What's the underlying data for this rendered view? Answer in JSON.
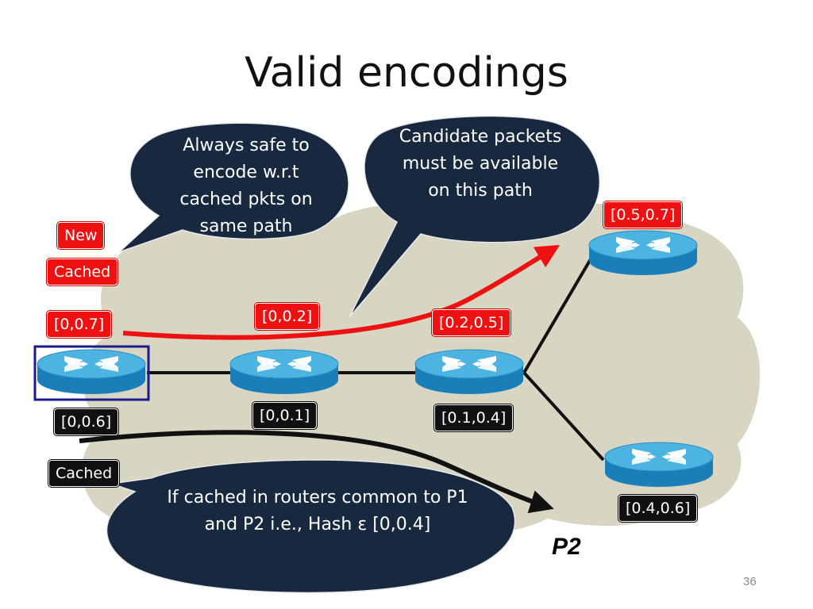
{
  "slide": {
    "title": "Valid encodings",
    "page_number": "36"
  },
  "legend": {
    "new_label": "New",
    "cached_label": "Cached"
  },
  "paths": {
    "p2_label": "P2",
    "p1_start_label": "[0,0.7]",
    "p2_start_label": "Cached"
  },
  "routers": [
    {
      "id": "r1",
      "range_black": "[0,0.6]"
    },
    {
      "id": "r2",
      "range_black": "[0,0.1]",
      "range_red": "[0,0.2]"
    },
    {
      "id": "r3",
      "range_black": "[0.1,0.4]",
      "range_red": "[0.2,0.5]"
    },
    {
      "id": "r4",
      "range_red": "[0.5,0.7]"
    },
    {
      "id": "r5",
      "range_black": "[0.4,0.6]"
    }
  ],
  "callouts": {
    "safe": "Always safe to encode w.r.t cached pkts on same path",
    "candidate": "Candidate packets must be available on this path",
    "common": "If cached in routers common to P1 and P2 i.e., Hash ε [0,0.4]"
  },
  "colors": {
    "cloud": "#d8d5c3",
    "bubble": "#17283f",
    "router_top": "#3aa7d8",
    "router_side": "#1a7fb8",
    "path_red": "#ee1111",
    "path_black": "#111111",
    "highlight_box": "#1b1b8a"
  }
}
